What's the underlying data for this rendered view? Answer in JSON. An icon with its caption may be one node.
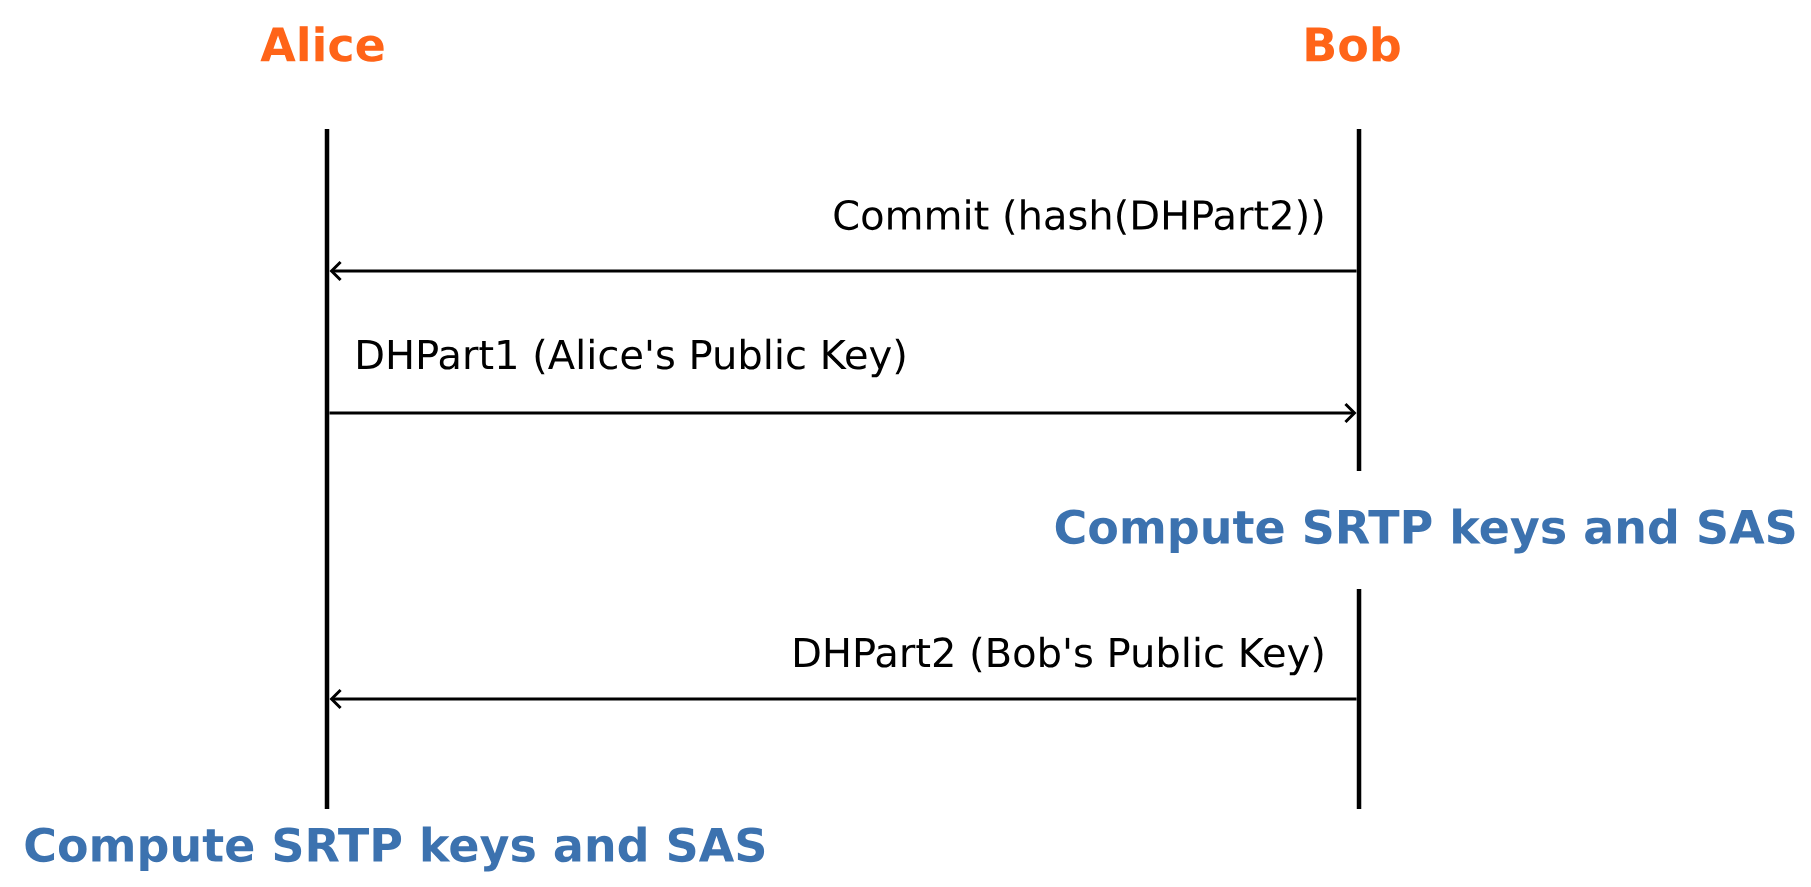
{
  "diagram": {
    "nodes": [
      {
        "text": [
          "Alice"
        ]
      },
      {
        "text": [
          "Bob"
        ]
      },
      {
        "text": [],
        "shape": "bar"
      },
      {
        "text": [],
        "shape": "bar"
      },
      {
        "text": [],
        "shape": "bar"
      }
    ],
    "edges": [
      {
        "from": 3,
        "to": 2,
        "arrow": "to",
        "label": "Commit (hash(DHPart2))"
      },
      {
        "from": 2,
        "to": 3,
        "arrow": "to",
        "label": "DHPart1 (Alice's Public Key)"
      },
      {
        "from": 4,
        "to": 2,
        "arrow": "to",
        "label": "DHPart2 (Bob's Public Key)"
      }
    ],
    "labels": [
      "Compute SRTP keys and SAS",
      "Compute SRTP keys and SAS"
    ]
  }
}
